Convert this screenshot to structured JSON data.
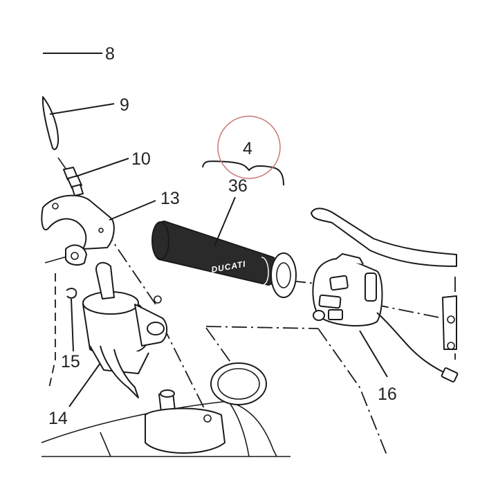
{
  "callouts": {
    "c8": "8",
    "c9": "9",
    "c10": "10",
    "c13": "13",
    "c4": "4",
    "c36": "36",
    "c15": "15",
    "c14": "14",
    "c16": "16"
  },
  "grip_logo": "DUCATI",
  "colors": {
    "line": "#1a1a1a",
    "highlight_circle": "#c97878",
    "grip": "#2a2a2a"
  }
}
